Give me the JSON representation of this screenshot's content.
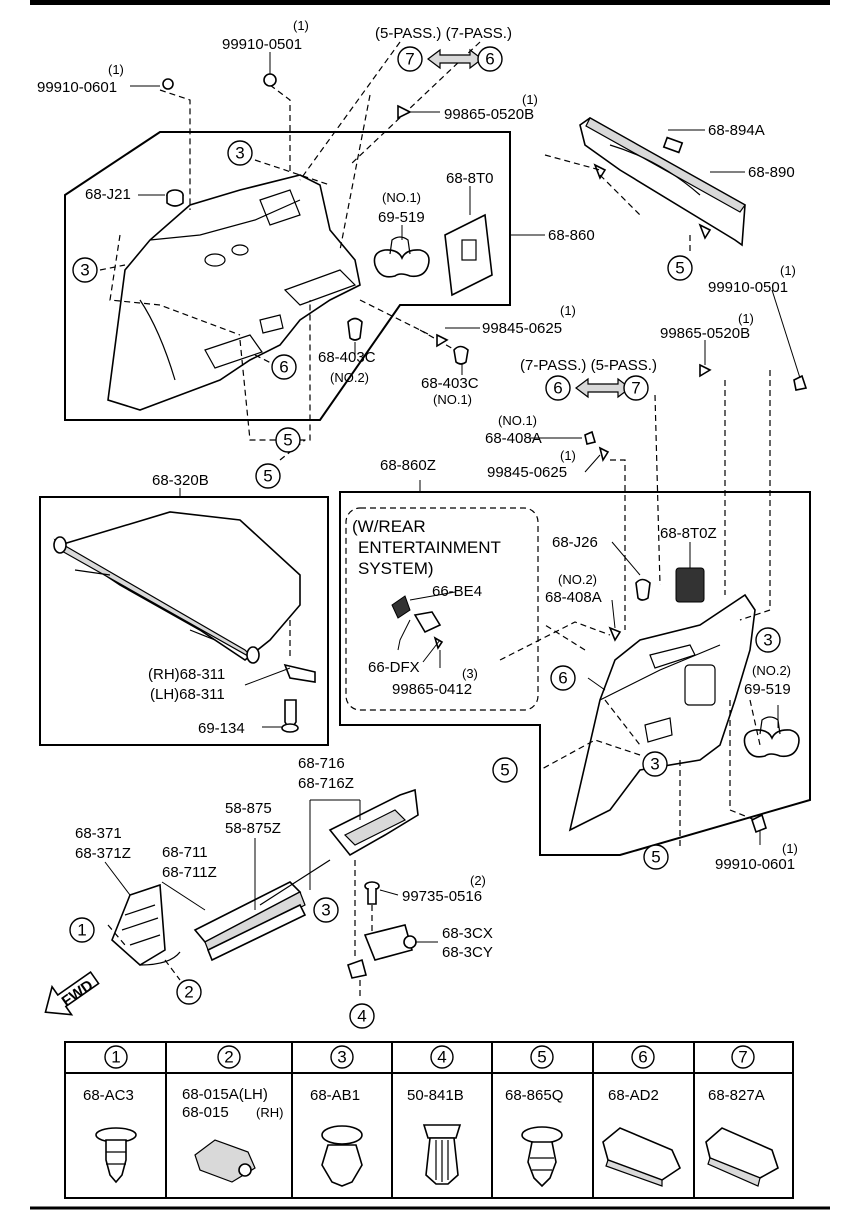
{
  "labels": {
    "t1": "(5-PASS.) (7-PASS.)",
    "t2": "(7-PASS.) (5-PASS.)",
    "p9991005_qty": "(1)",
    "p9991005": "99910-0501",
    "p9991006_qty": "(1)",
    "p9991006": "99910-0601",
    "p9986505_qty": "(1)",
    "p9986505": "99865-0520B",
    "p68J21": "68-J21",
    "p688T0": "68-8T0",
    "p69519_note": "(NO.1)",
    "p69519": "69-519",
    "p68860": "68-860",
    "p68894A": "68-894A",
    "p68890": "68-890",
    "p9984506_qty": "(1)",
    "p9984506": "99845-0625",
    "p68403C_a": "68-403C",
    "p68403C_a_note": "(NO.2)",
    "p68403C_b": "68-403C",
    "p68403C_b_note": "(NO.1)",
    "r9991005_qty": "(1)",
    "r9991005": "99910-0501",
    "r9986505_qty": "(1)",
    "r9986505": "99865-0520B",
    "r68408A_note": "(NO.1)",
    "r68408A": "68-408A",
    "r9984506_qty": "(1)",
    "r9984506": "99845-0625",
    "p68860Z": "68-860Z",
    "p68320B": "68-320B",
    "rear_ent_1": "(W/REAR",
    "rear_ent_2": "ENTERTAINMENT",
    "rear_ent_3": "SYSTEM)",
    "p66BE4": "66-BE4",
    "p66DFX": "66-DFX",
    "p99865_0412_qty": "(3)",
    "p99865_0412": "99865-0412",
    "p68J26": "68-J26",
    "p688T0Z": "68-8T0Z",
    "p68408A2_note": "(NO.2)",
    "p68408A2": "68-408A",
    "p69519b_note": "(NO.2)",
    "p69519b": "69-519",
    "p68311rh": "(RH)68-311",
    "p68311lh": "(LH)68-311",
    "p69134": "69-134",
    "p68716": "68-716",
    "p68716Z": "68-716Z",
    "p58875": "58-875",
    "p58875Z": "58-875Z",
    "p68371": "68-371",
    "p68371Z": "68-371Z",
    "p68711": "68-711",
    "p68711Z": "68-711Z",
    "p99735_qty": "(2)",
    "p99735": "99735-0516",
    "p683CX": "68-3CX",
    "p683CY": "68-3CY",
    "b9991006_qty": "(1)",
    "b9991006": "99910-0601",
    "fwd": "FWD"
  },
  "callouts": [
    "1",
    "2",
    "3",
    "4",
    "5",
    "6",
    "7"
  ],
  "legend": [
    {
      "num": "1",
      "part": "68-AC3"
    },
    {
      "num": "2",
      "part": "68-015A(LH)",
      "part2": "68-015",
      "part2_side": "(RH)"
    },
    {
      "num": "3",
      "part": "68-AB1"
    },
    {
      "num": "4",
      "part": "50-841B"
    },
    {
      "num": "5",
      "part": "68-865Q"
    },
    {
      "num": "6",
      "part": "68-AD2"
    },
    {
      "num": "7",
      "part": "68-827A"
    }
  ]
}
